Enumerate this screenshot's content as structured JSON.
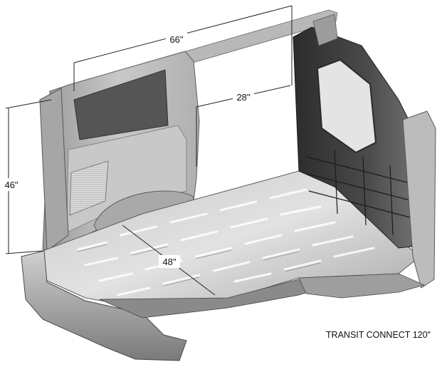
{
  "dimensions": {
    "length_top": "66\"",
    "width_between": "28\"",
    "height": "46\"",
    "floor_width": "48\""
  },
  "caption": "TRANSIT CONNECT 120\"",
  "colors": {
    "body_panel": "#bdbdbd",
    "panel_shadow": "#6e6e6e",
    "floor": "#d9d9d9",
    "dark_door": "#3c3c3c"
  }
}
